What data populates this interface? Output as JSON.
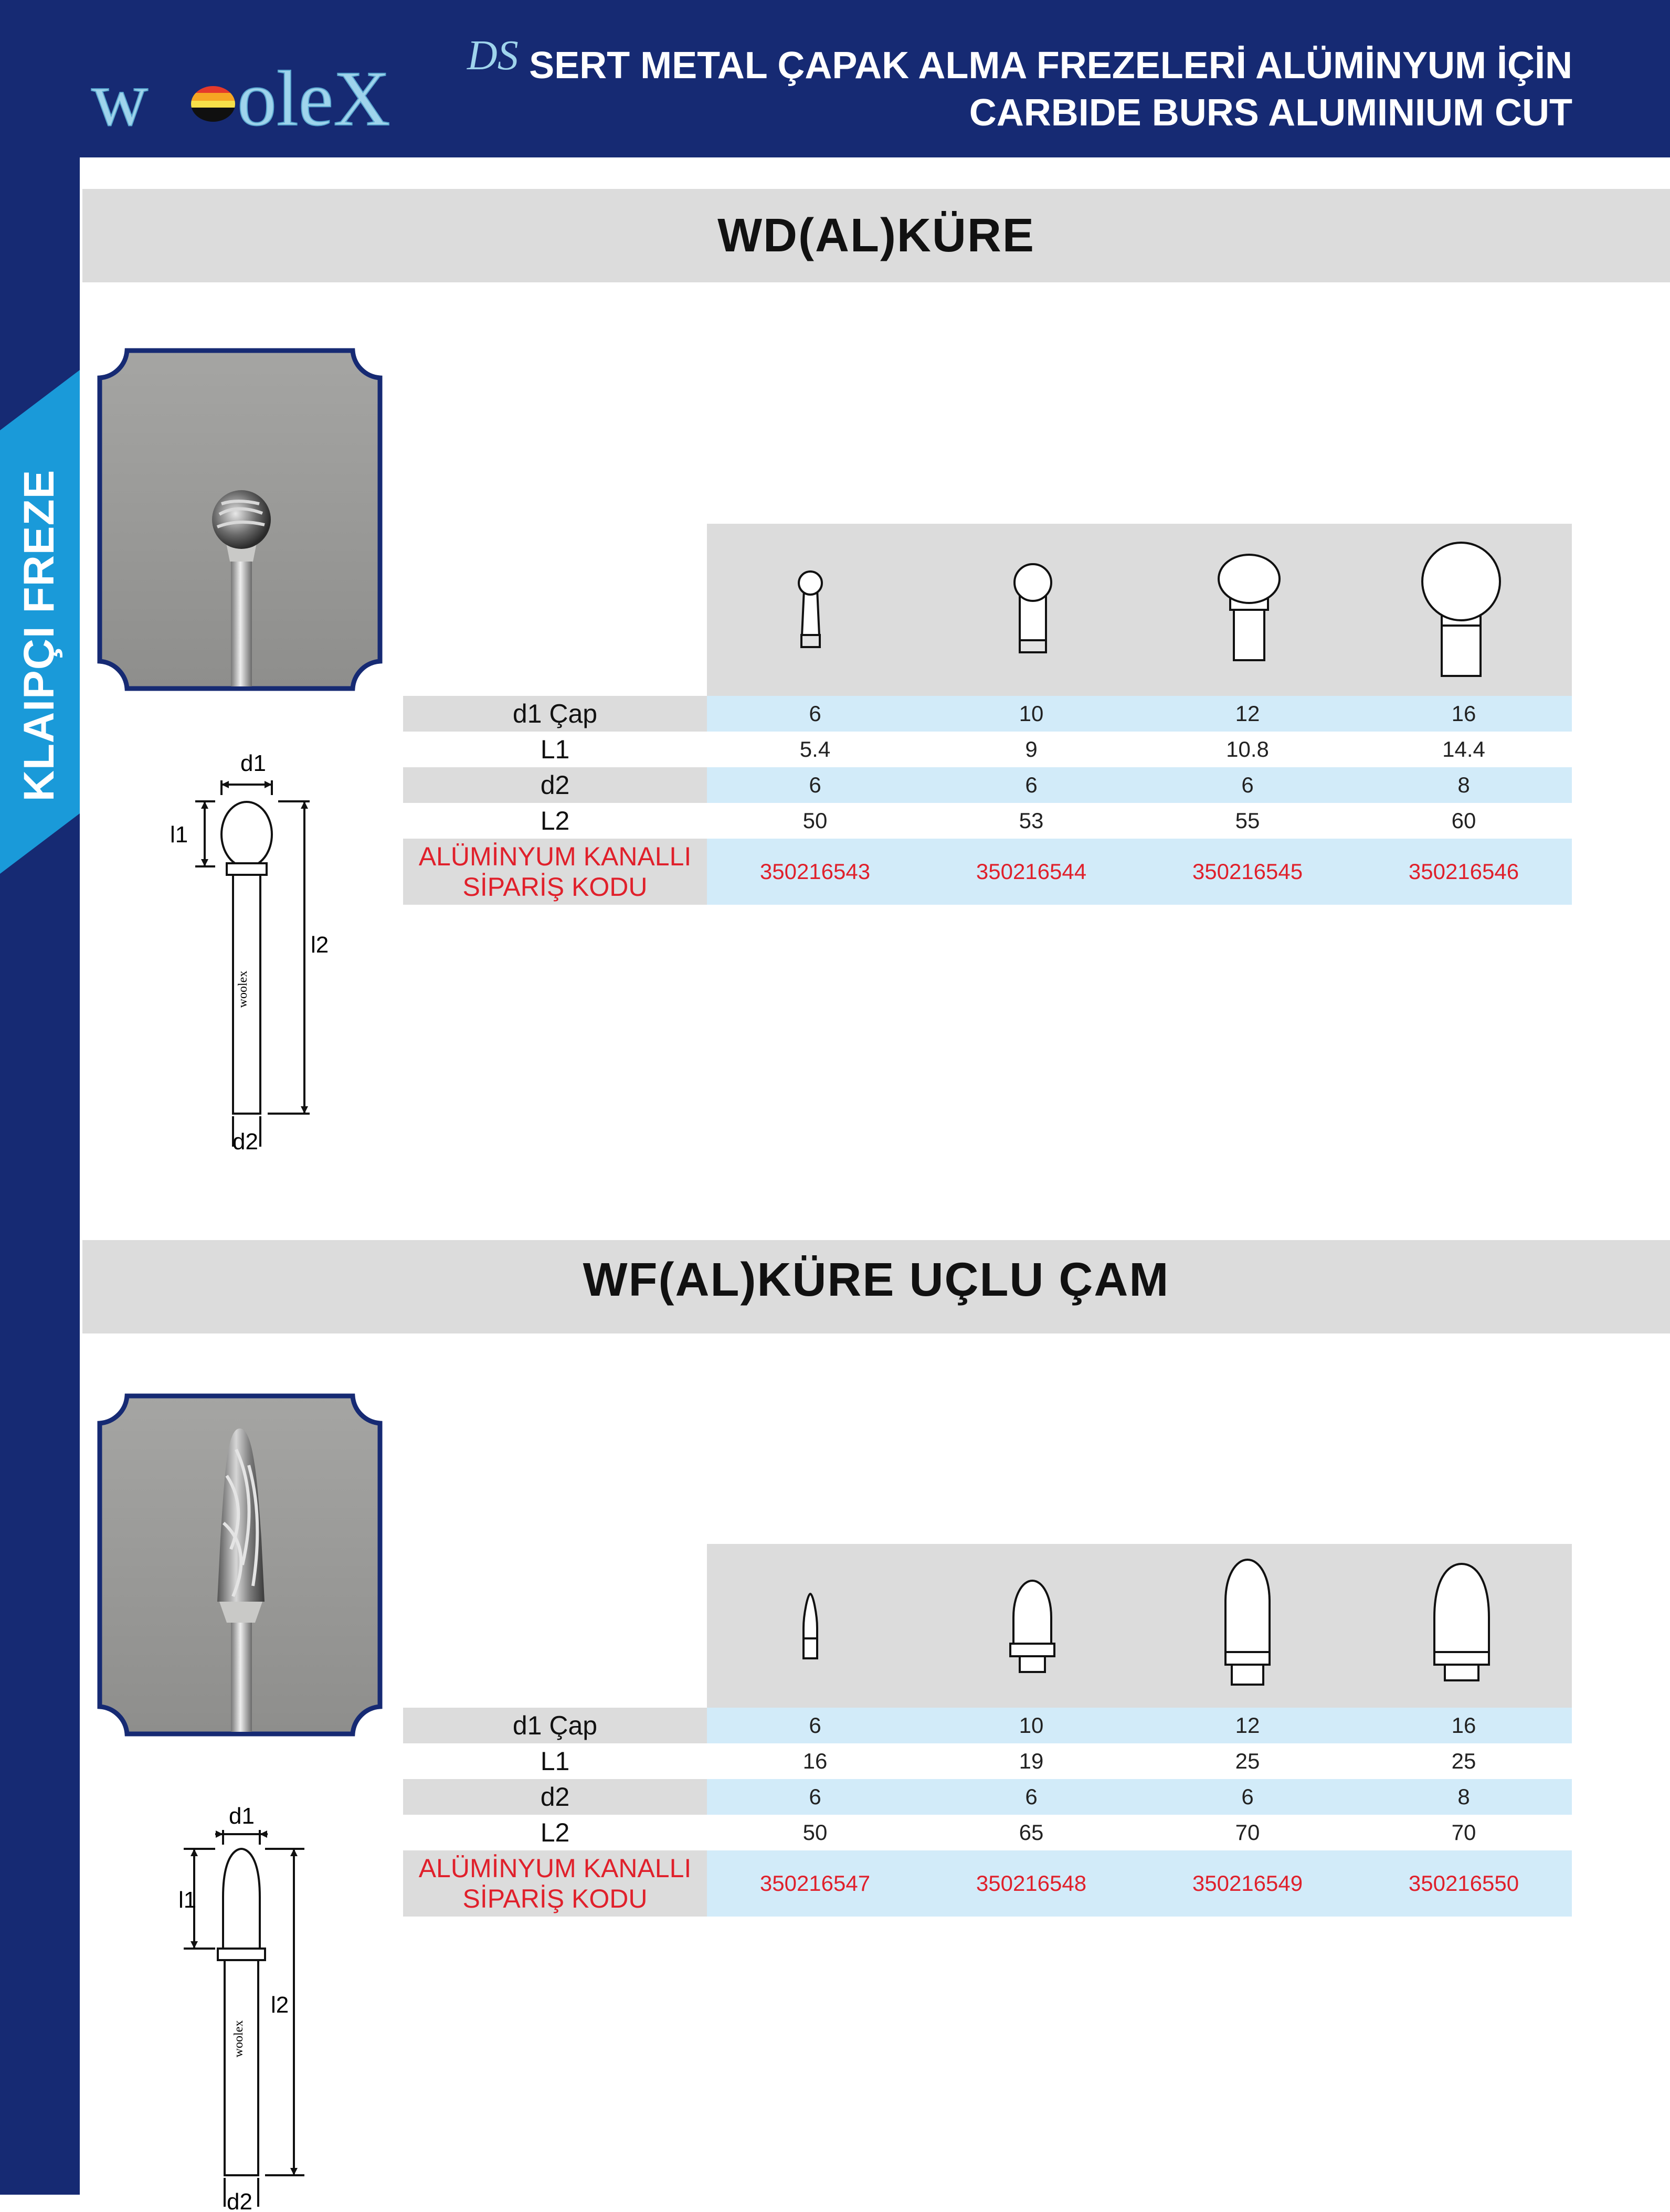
{
  "header": {
    "logo_text": "woolex",
    "logo_suffix": "DS",
    "title_tr": "SERT METAL ÇAPAK ALMA FREZELERİ ALÜMİNYUM İÇİN",
    "title_en": "CARBIDE BURS ALUMINIUM CUT",
    "background_color": "#162a73"
  },
  "sidebar": {
    "label": "KLAIPÇI FREZE",
    "tab_color": "#1a9ad9"
  },
  "sections": [
    {
      "title": "WD(AL)KÜRE",
      "shape": "ball",
      "diagram_labels": {
        "d1": "d1",
        "l1": "l1",
        "l2": "l2",
        "d2": "d2",
        "brand": "woolex"
      },
      "rows": [
        {
          "label": "d1 Çap",
          "values": [
            "6",
            "10",
            "12",
            "16"
          ]
        },
        {
          "label": "L1",
          "values": [
            "5.4",
            "9",
            "10.8",
            "14.4"
          ]
        },
        {
          "label": "d2",
          "values": [
            "6",
            "6",
            "6",
            "8"
          ]
        },
        {
          "label": "L2",
          "values": [
            "50",
            "53",
            "55",
            "60"
          ]
        }
      ],
      "code_label_1": "ALÜMİNYUM KANALLI",
      "code_label_2": "SİPARİŞ KODU",
      "codes": [
        "350216543",
        "350216544",
        "350216545",
        "350216546"
      ]
    },
    {
      "title": "WF(AL)KÜRE UÇLU ÇAM",
      "shape": "tree-ball-nose",
      "diagram_labels": {
        "d1": "d1",
        "l1": "l1",
        "l2": "l2",
        "d2": "d2",
        "brand": "woolex"
      },
      "rows": [
        {
          "label": "d1 Çap",
          "values": [
            "6",
            "10",
            "12",
            "16"
          ]
        },
        {
          "label": "L1",
          "values": [
            "16",
            "19",
            "25",
            "25"
          ]
        },
        {
          "label": "d2",
          "values": [
            "6",
            "6",
            "6",
            "8"
          ]
        },
        {
          "label": "L2",
          "values": [
            "50",
            "65",
            "70",
            "70"
          ]
        }
      ],
      "code_label_1": "ALÜMİNYUM KANALLI",
      "code_label_2": "SİPARİŞ KODU",
      "codes": [
        "350216547",
        "350216548",
        "350216549",
        "350216550"
      ]
    }
  ],
  "colors": {
    "navy": "#162a73",
    "cyan": "#1a9ad9",
    "grey_band": "#dcdcdc",
    "light_blue_row": "#d2ebf9",
    "code_red": "#e0202b"
  }
}
